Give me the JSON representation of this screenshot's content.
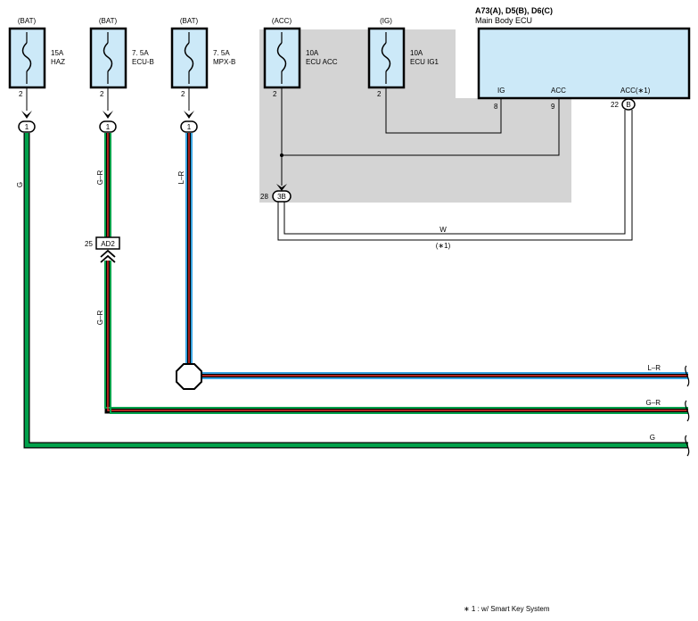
{
  "fuses": [
    {
      "source": "(BAT)",
      "rating": "15A",
      "name": "HAZ",
      "pin": "2",
      "connector": "1"
    },
    {
      "source": "(BAT)",
      "rating": "7. 5A",
      "name": "ECU-B",
      "pin": "2",
      "connector": "1"
    },
    {
      "source": "(BAT)",
      "rating": "7. 5A",
      "name": "MPX-B",
      "pin": "2",
      "connector": "1"
    },
    {
      "source": "(ACC)",
      "rating": "10A",
      "name": "ECU ACC",
      "pin": "2"
    },
    {
      "source": "(IG)",
      "rating": "10A",
      "name": "ECU IG1",
      "pin": "2"
    }
  ],
  "ecu": {
    "title": "A73(A), D5(B), D6(C)",
    "name": "Main Body ECU",
    "pins": [
      {
        "label": "IG",
        "number": "8"
      },
      {
        "label": "ACC",
        "number": "9"
      },
      {
        "label": "ACC(∗1)",
        "number": "22",
        "connector": "B"
      }
    ]
  },
  "junction_3b": {
    "pin": "28",
    "label": "3B"
  },
  "connector_ad2": {
    "pin": "25",
    "label": "AD2"
  },
  "wire_labels": {
    "w": "W",
    "w_note": "(∗1)",
    "g_vertical": "G",
    "gr_vertical_top": "G–R",
    "gr_vertical_bottom": "G–R",
    "lr_vertical": "L–R",
    "lr_right": "L–R",
    "gr_right": "G–R",
    "g_right": "G"
  },
  "wire_colors": {
    "green": "#00a14b",
    "red": "#e8302a",
    "blue": "#3aa3e0",
    "shade": "#d4d4d4",
    "ecu_fill": "#cce9f8"
  },
  "footnote": "∗ 1 : w/ Smart Key System"
}
